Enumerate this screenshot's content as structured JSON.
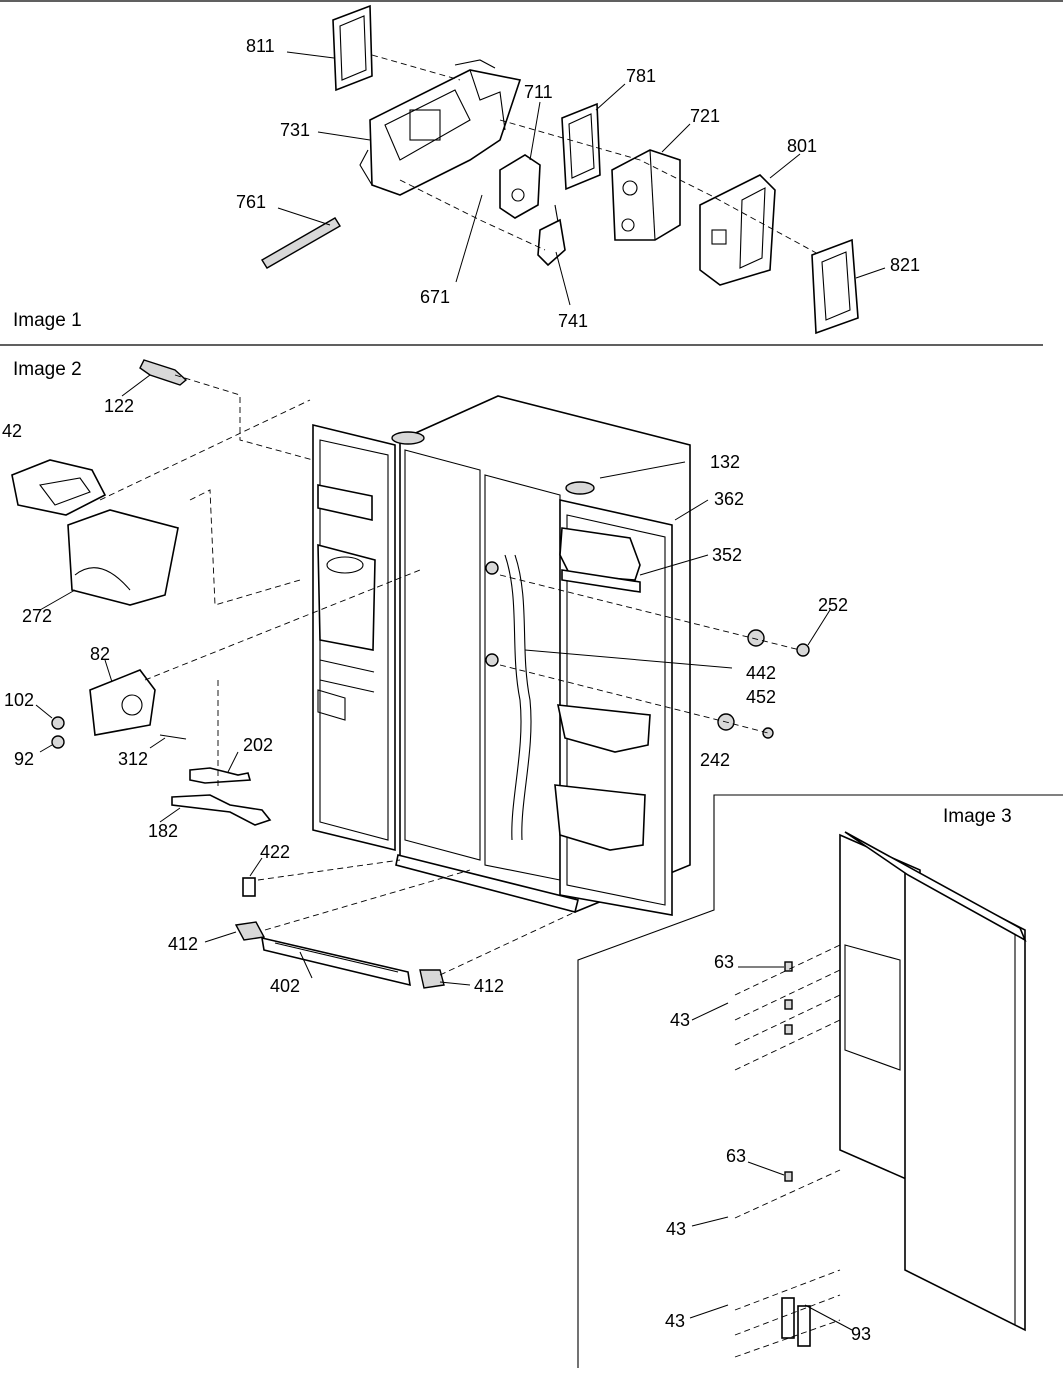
{
  "sections": [
    {
      "label": "Image 1"
    },
    {
      "label": "Image 2"
    },
    {
      "label": "Image 3"
    }
  ],
  "image1": {
    "labels": [
      "811",
      "731",
      "761",
      "671",
      "711",
      "741",
      "781",
      "721",
      "801",
      "821"
    ]
  },
  "image2": {
    "labels": [
      "122",
      "42",
      "272",
      "82",
      "102",
      "92",
      "312",
      "202",
      "182",
      "422",
      "412",
      "402",
      "412",
      "132",
      "362",
      "352",
      "252",
      "442",
      "452",
      "242"
    ]
  },
  "image3": {
    "labels": [
      "63",
      "43",
      "63",
      "43",
      "43",
      "93"
    ]
  }
}
